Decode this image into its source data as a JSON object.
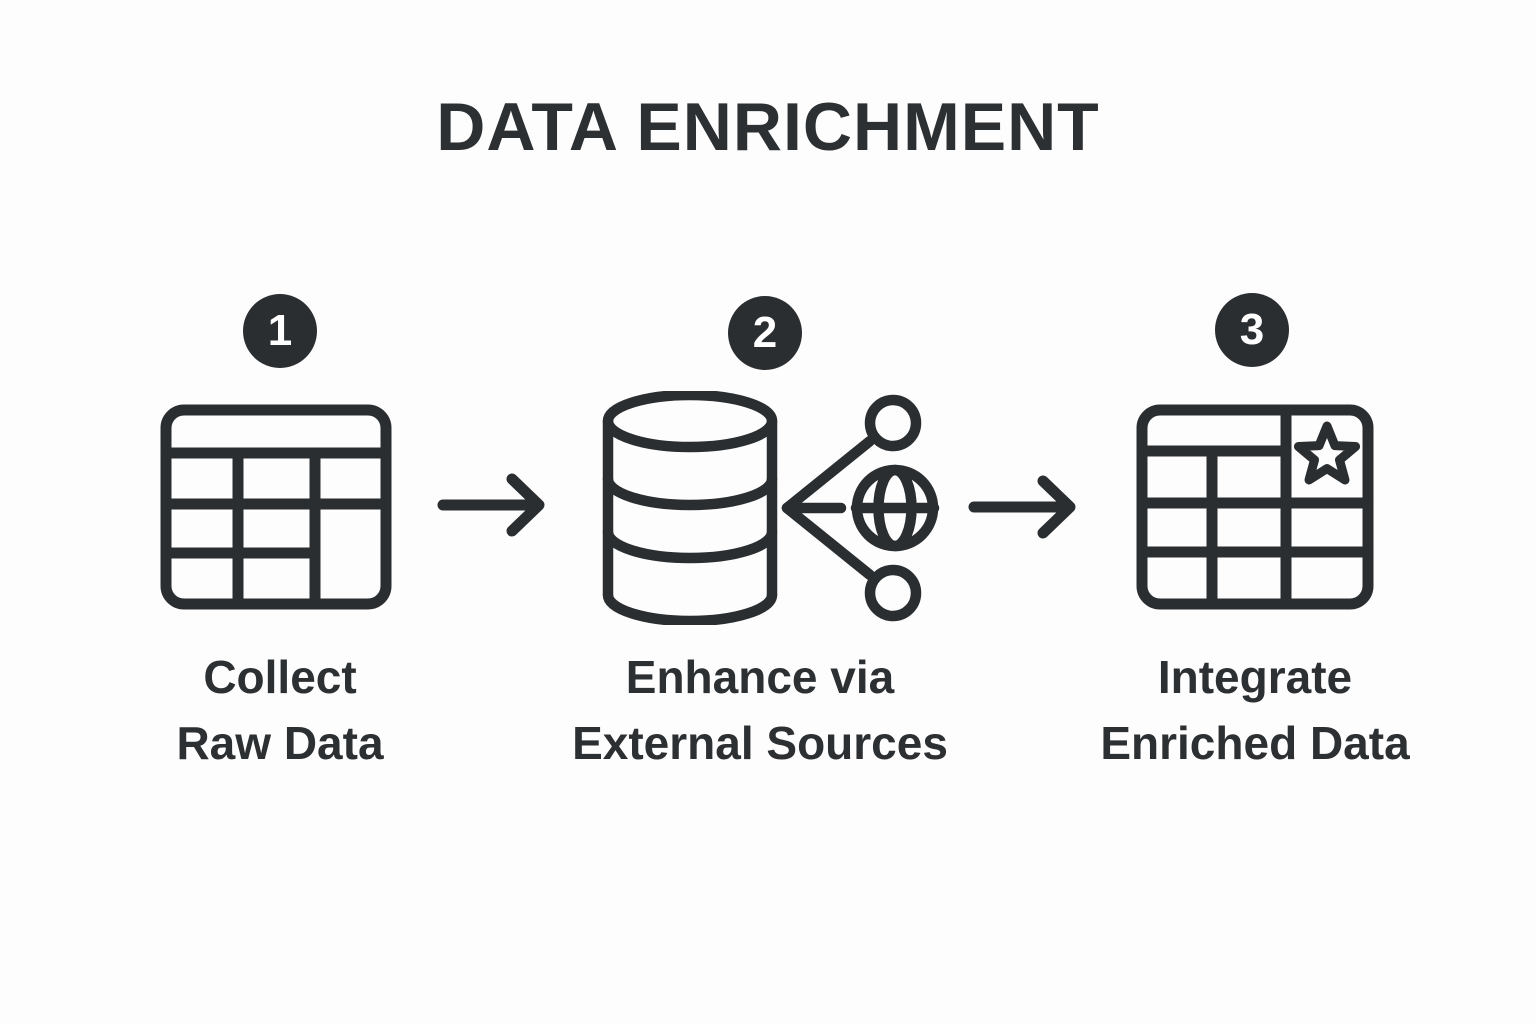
{
  "title": "DATA ENRICHMENT",
  "colors": {
    "ink": "#2b2e31",
    "badge_background": "#2b2e31",
    "badge_number": "#ffffff",
    "background": "#fdfdfd"
  },
  "steps": [
    {
      "number": "1",
      "label_line1": "Collect",
      "label_line2": "Raw Data",
      "icon": "table-grid-icon"
    },
    {
      "number": "2",
      "label_line1": "Enhance via",
      "label_line2": "External Sources",
      "icon": "database-external-sources-icon"
    },
    {
      "number": "3",
      "label_line1": "Integrate",
      "label_line2": "Enriched Data",
      "icon": "table-star-icon"
    }
  ],
  "connectors": [
    {
      "icon": "arrow-right-icon"
    },
    {
      "icon": "arrow-right-icon"
    }
  ]
}
